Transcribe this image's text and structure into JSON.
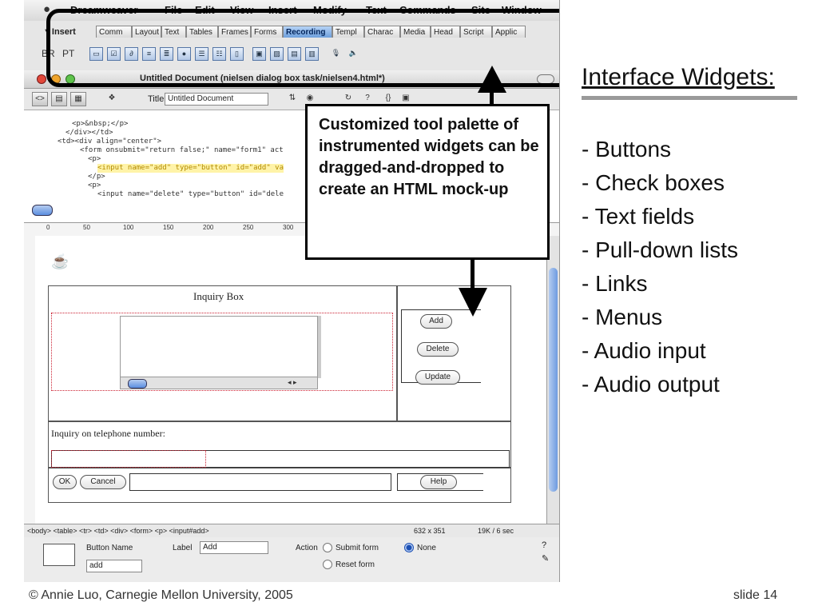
{
  "screenshot": {
    "menubar": [
      "Dreamweaver",
      "File",
      "Edit",
      "View",
      "Insert",
      "Modify",
      "Text",
      "Commands",
      "Site",
      "Window"
    ],
    "insert_label": "▼Insert",
    "tabs": [
      {
        "label": "Comm",
        "active": false
      },
      {
        "label": "Layout",
        "active": false
      },
      {
        "label": "Text",
        "active": false
      },
      {
        "label": "Tables",
        "active": false
      },
      {
        "label": "Frames",
        "active": false
      },
      {
        "label": "Forms",
        "active": false
      },
      {
        "label": "Recording",
        "active": true
      },
      {
        "label": "Templ",
        "active": false
      },
      {
        "label": "Charac",
        "active": false
      },
      {
        "label": "Media",
        "active": false
      },
      {
        "label": "Head",
        "active": false
      },
      {
        "label": "Script",
        "active": false
      },
      {
        "label": "Applic",
        "active": false
      }
    ],
    "palette_text": [
      "BR",
      "PT"
    ],
    "document_title_bar": "Untitled Document (nielsen dialog box task/nielsen4.html*)",
    "toolbar": {
      "title_label": "Title:",
      "title_value": "Untitled Document"
    },
    "code_lines": [
      "<p>&nbsp;</p>",
      "</div></td>",
      "<td><div align=\"center\">",
      "<form onsubmit=\"return false;\" name=\"form1\" act",
      "<p>",
      "<input name=\"add\" type=\"button\" id=\"add\" va",
      "</p>",
      "<p>",
      "<input name=\"delete\" type=\"button\" id=\"dele"
    ],
    "ruler_ticks": [
      "0",
      "50",
      "100",
      "150",
      "200",
      "250",
      "300"
    ],
    "design": {
      "inquiry_box_label": "Inquiry Box",
      "telephone_label": "Inquiry on telephone number:",
      "buttons": {
        "add": "Add",
        "delete": "Delete",
        "update": "Update",
        "ok": "OK",
        "cancel": "Cancel",
        "help": "Help"
      }
    },
    "status_bar": {
      "tag_path": "<body> <table> <tr> <td> <div> <form> <p> <input#add>",
      "size": "632 x 351",
      "weight": "19K / 6 sec"
    },
    "properties": {
      "button_name_label": "Button Name",
      "button_name_value": "add",
      "label_label": "Label",
      "label_value": "Add",
      "action_label": "Action",
      "submit_form": "Submit form",
      "reset_form": "Reset form",
      "none": "None"
    }
  },
  "callout": {
    "text": "Customized tool palette of instrumented widgets can be dragged-and-dropped to create an HTML mock-up"
  },
  "widgets": {
    "title": "Interface Widgets:",
    "items": [
      "- Buttons",
      "- Check boxes",
      "- Text fields",
      "- Pull-down lists",
      "- Links",
      "- Menus",
      "- Audio input",
      "- Audio output"
    ]
  },
  "footer": {
    "credit": "© Annie Luo, Carnegie Mellon University, 2005",
    "slide_number": "slide 14"
  }
}
